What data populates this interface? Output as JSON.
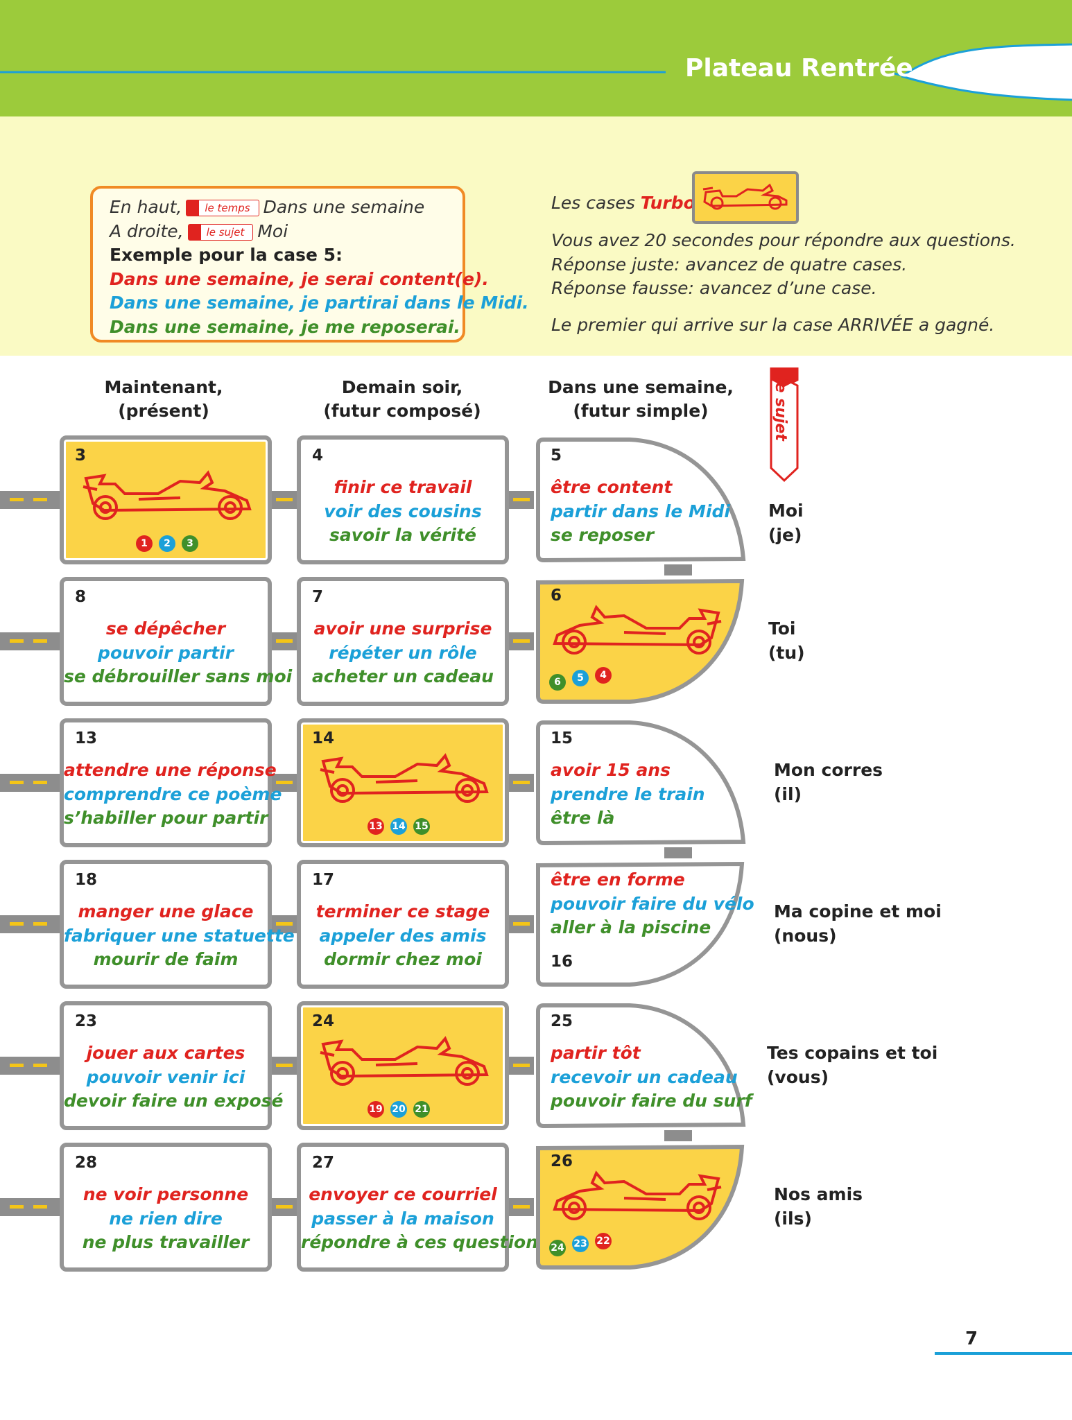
{
  "header": {
    "title": "Plateau Rentrée"
  },
  "example": {
    "line1_prefix": "En haut,",
    "line1_tag": "le temps",
    "line1_suffix": "Dans une semaine",
    "line2_prefix": "A droite,",
    "line2_tag": "le sujet",
    "line2_suffix": "Moi",
    "heading": "Exemple pour la case 5:",
    "red": "Dans une semaine, je serai content(e).",
    "blue": "Dans une semaine, je partirai dans le Midi.",
    "green": "Dans une semaine, je me reposerai."
  },
  "turbo": {
    "label_prefix": "Les cases ",
    "label_word": "Turbo",
    "label_suffix": ":",
    "icon": "race-car-icon",
    "rule1": "Vous avez 20 secondes pour répondre aux questions.",
    "rule2": "Réponse juste: avancez de quatre cases.",
    "rule3": "Réponse fausse: avancez d’une case.",
    "rule4": "Le premier qui arrive sur la case ARRIVÉE a gagné."
  },
  "columns": [
    {
      "line1": "Maintenant,",
      "line2": "(présent)"
    },
    {
      "line1": "Demain soir,",
      "line2": "(futur composé)"
    },
    {
      "line1": "Dans une semaine,",
      "line2": "(futur simple)"
    }
  ],
  "ribbon": "le sujet",
  "rows": [
    {
      "subject": "Moi",
      "pronoun": "(je)"
    },
    {
      "subject": "Toi",
      "pronoun": "(tu)"
    },
    {
      "subject": "Mon corres",
      "pronoun": "(il)"
    },
    {
      "subject": "Ma copine et moi",
      "pronoun": "(nous)"
    },
    {
      "subject": "Tes copains et toi",
      "pronoun": "(vous)"
    },
    {
      "subject": "Nos amis",
      "pronoun": "(ils)"
    }
  ],
  "cells": {
    "c3": {
      "num": "3",
      "dots": [
        "1",
        "2",
        "3"
      ]
    },
    "c4": {
      "num": "4",
      "red": "finir ce travail",
      "blue": "voir des cousins",
      "green": "savoir la vérité"
    },
    "c5": {
      "num": "5",
      "red": "être content",
      "blue": "partir dans le Midi",
      "green": "se reposer"
    },
    "c8": {
      "num": "8",
      "red": "se dépêcher",
      "blue": "pouvoir partir",
      "green": "se débrouiller sans moi"
    },
    "c7": {
      "num": "7",
      "red": "avoir une surprise",
      "blue": "répéter un rôle",
      "green": "acheter un cadeau"
    },
    "c6": {
      "num": "6",
      "dots": [
        "6",
        "5",
        "4"
      ]
    },
    "c13": {
      "num": "13",
      "red": "attendre une réponse",
      "blue": "comprendre ce poème",
      "green": "s’habiller pour partir"
    },
    "c14": {
      "num": "14",
      "dots": [
        "13",
        "14",
        "15"
      ]
    },
    "c15": {
      "num": "15",
      "red": "avoir 15 ans",
      "blue": "prendre le train",
      "green": "être là"
    },
    "c18": {
      "num": "18",
      "red": "manger une glace",
      "blue": "fabriquer une statuette",
      "green": "mourir de faim"
    },
    "c17": {
      "num": "17",
      "red": "terminer ce stage",
      "blue": "appeler des amis",
      "green": "dormir chez moi"
    },
    "c16": {
      "num": "16",
      "red": "être en forme",
      "blue": "pouvoir faire du vélo",
      "green": "aller à la piscine"
    },
    "c23": {
      "num": "23",
      "red": "jouer aux cartes",
      "blue": "pouvoir venir ici",
      "green": "devoir faire un exposé"
    },
    "c24": {
      "num": "24",
      "dots": [
        "19",
        "20",
        "21"
      ]
    },
    "c25": {
      "num": "25",
      "red": "partir tôt",
      "blue": "recevoir un cadeau",
      "green": "pouvoir faire du surf"
    },
    "c28": {
      "num": "28",
      "red": "ne voir personne",
      "blue": "ne rien dire",
      "green": "ne plus travailler"
    },
    "c27": {
      "num": "27",
      "red": "envoyer ce courriel",
      "blue": "passer à la maison",
      "green": "répondre à ces questions"
    },
    "c26": {
      "num": "26",
      "dots": [
        "24",
        "23",
        "22"
      ]
    }
  },
  "colors": {
    "header": "#9ccb3b",
    "band": "#fafac4",
    "turbo_cell": "#fbd347",
    "red": "#e0231f",
    "blue": "#1ba0d8",
    "green": "#3f8f2a",
    "road": "#8d8d8d"
  },
  "page_number": "7"
}
